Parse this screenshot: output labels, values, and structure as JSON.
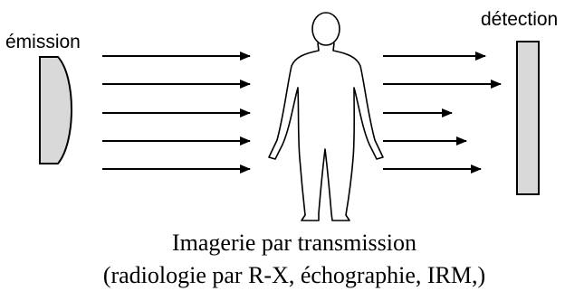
{
  "labels": {
    "emission": "émission",
    "detection": "détection"
  },
  "caption": {
    "line1": "Imagerie par transmission",
    "line2": "(radiologie par R-X, échographie, IRM,)"
  },
  "colors": {
    "plate_fill": "#d9d9d9",
    "stroke": "#000000",
    "background": "#ffffff"
  },
  "icons": {
    "source": "emitter-plate-icon",
    "body": "human-figure-icon",
    "detector": "detector-plate-icon"
  }
}
